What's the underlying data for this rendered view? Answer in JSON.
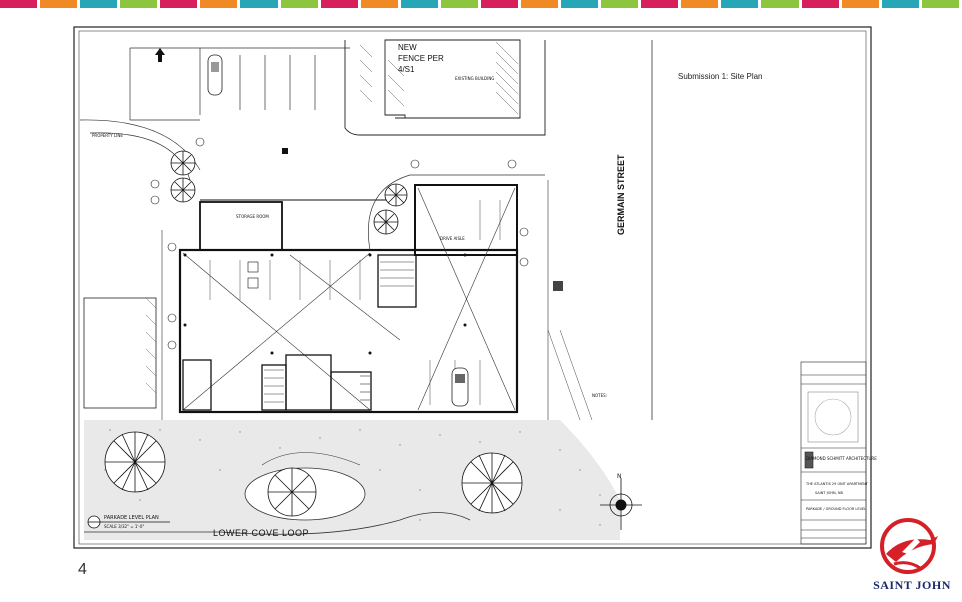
{
  "slide": {
    "page_number": "4",
    "stripe_colors": [
      "#d61f5c",
      "#f08a24",
      "#27a6b5",
      "#8cc63e",
      "#d61f5c",
      "#f08a24",
      "#27a6b5",
      "#8cc63e",
      "#d61f5c",
      "#f08a24",
      "#27a6b5",
      "#8cc63e",
      "#d61f5c",
      "#f08a24",
      "#27a6b5",
      "#8cc63e",
      "#d61f5c",
      "#f08a24",
      "#27a6b5",
      "#8cc63e",
      "#d61f5c",
      "#f08a24",
      "#27a6b5",
      "#8cc63e"
    ]
  },
  "drawing": {
    "submission_label": "Submission 1: Site Plan",
    "fence_note_line1": "NEW",
    "fence_note_line2": "FENCE PER",
    "fence_note_line3": "4/S1",
    "street_label": "GERMAIN STREET",
    "loop_label": "LOWER COVE LOOP",
    "plan_title": "PARKADE LEVEL PLAN",
    "plan_scale": "SCALE 3/32\" = 1'-0\"",
    "property_line": "PROPERTY LINE",
    "existing_building": "EXISTING BUILDING",
    "drive_aisle": "DRIVE AISLE",
    "storage_room": "STORAGE ROOM",
    "notes_heading": "NOTES:",
    "titleblock_firm": "DIAMOND SCHMITT ARCHITECTURE",
    "titleblock_project": "THE ATLANTIS 29 UNIT APARTMENT",
    "titleblock_city": "SAINT JOHN, NB",
    "titleblock_sheet": "PARKADE / GROUND FLOOR LEVEL"
  },
  "brand": {
    "logo_text": "SAINT JOHN",
    "logo_icon": "saint-john-logo-icon",
    "colors": {
      "red": "#d62027",
      "navy": "#1a2a6c"
    }
  }
}
